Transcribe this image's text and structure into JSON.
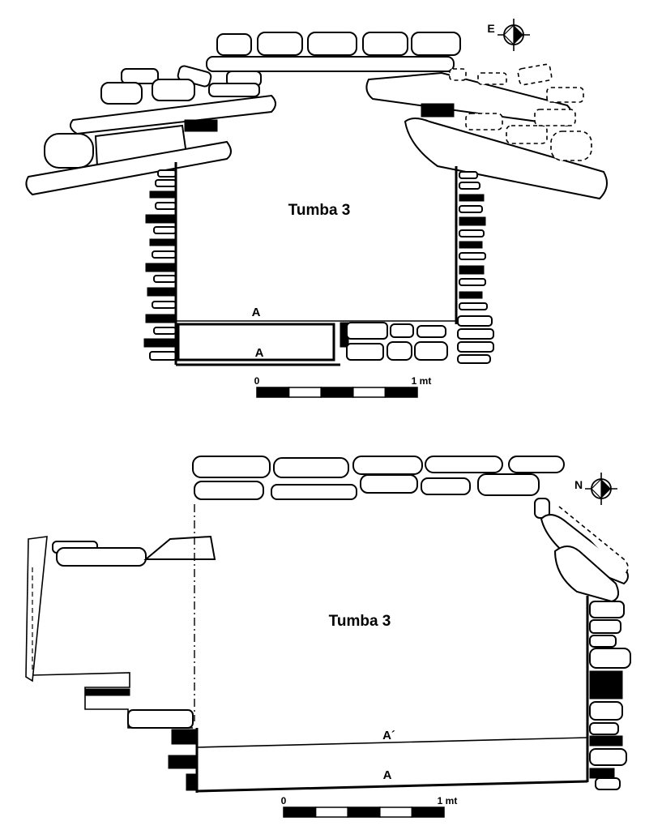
{
  "figure_top": {
    "title": "Tumba 3",
    "section_upper": "A",
    "section_lower": "A",
    "direction": "E",
    "scale_start": "0",
    "scale_end": "1 mt",
    "scale_segments": 5
  },
  "figure_bottom": {
    "title": "Tumba 3",
    "section_upper": "A´",
    "section_lower": "A",
    "direction": "N",
    "scale_start": "0",
    "scale_end": "1 mt",
    "scale_segments": 5
  }
}
